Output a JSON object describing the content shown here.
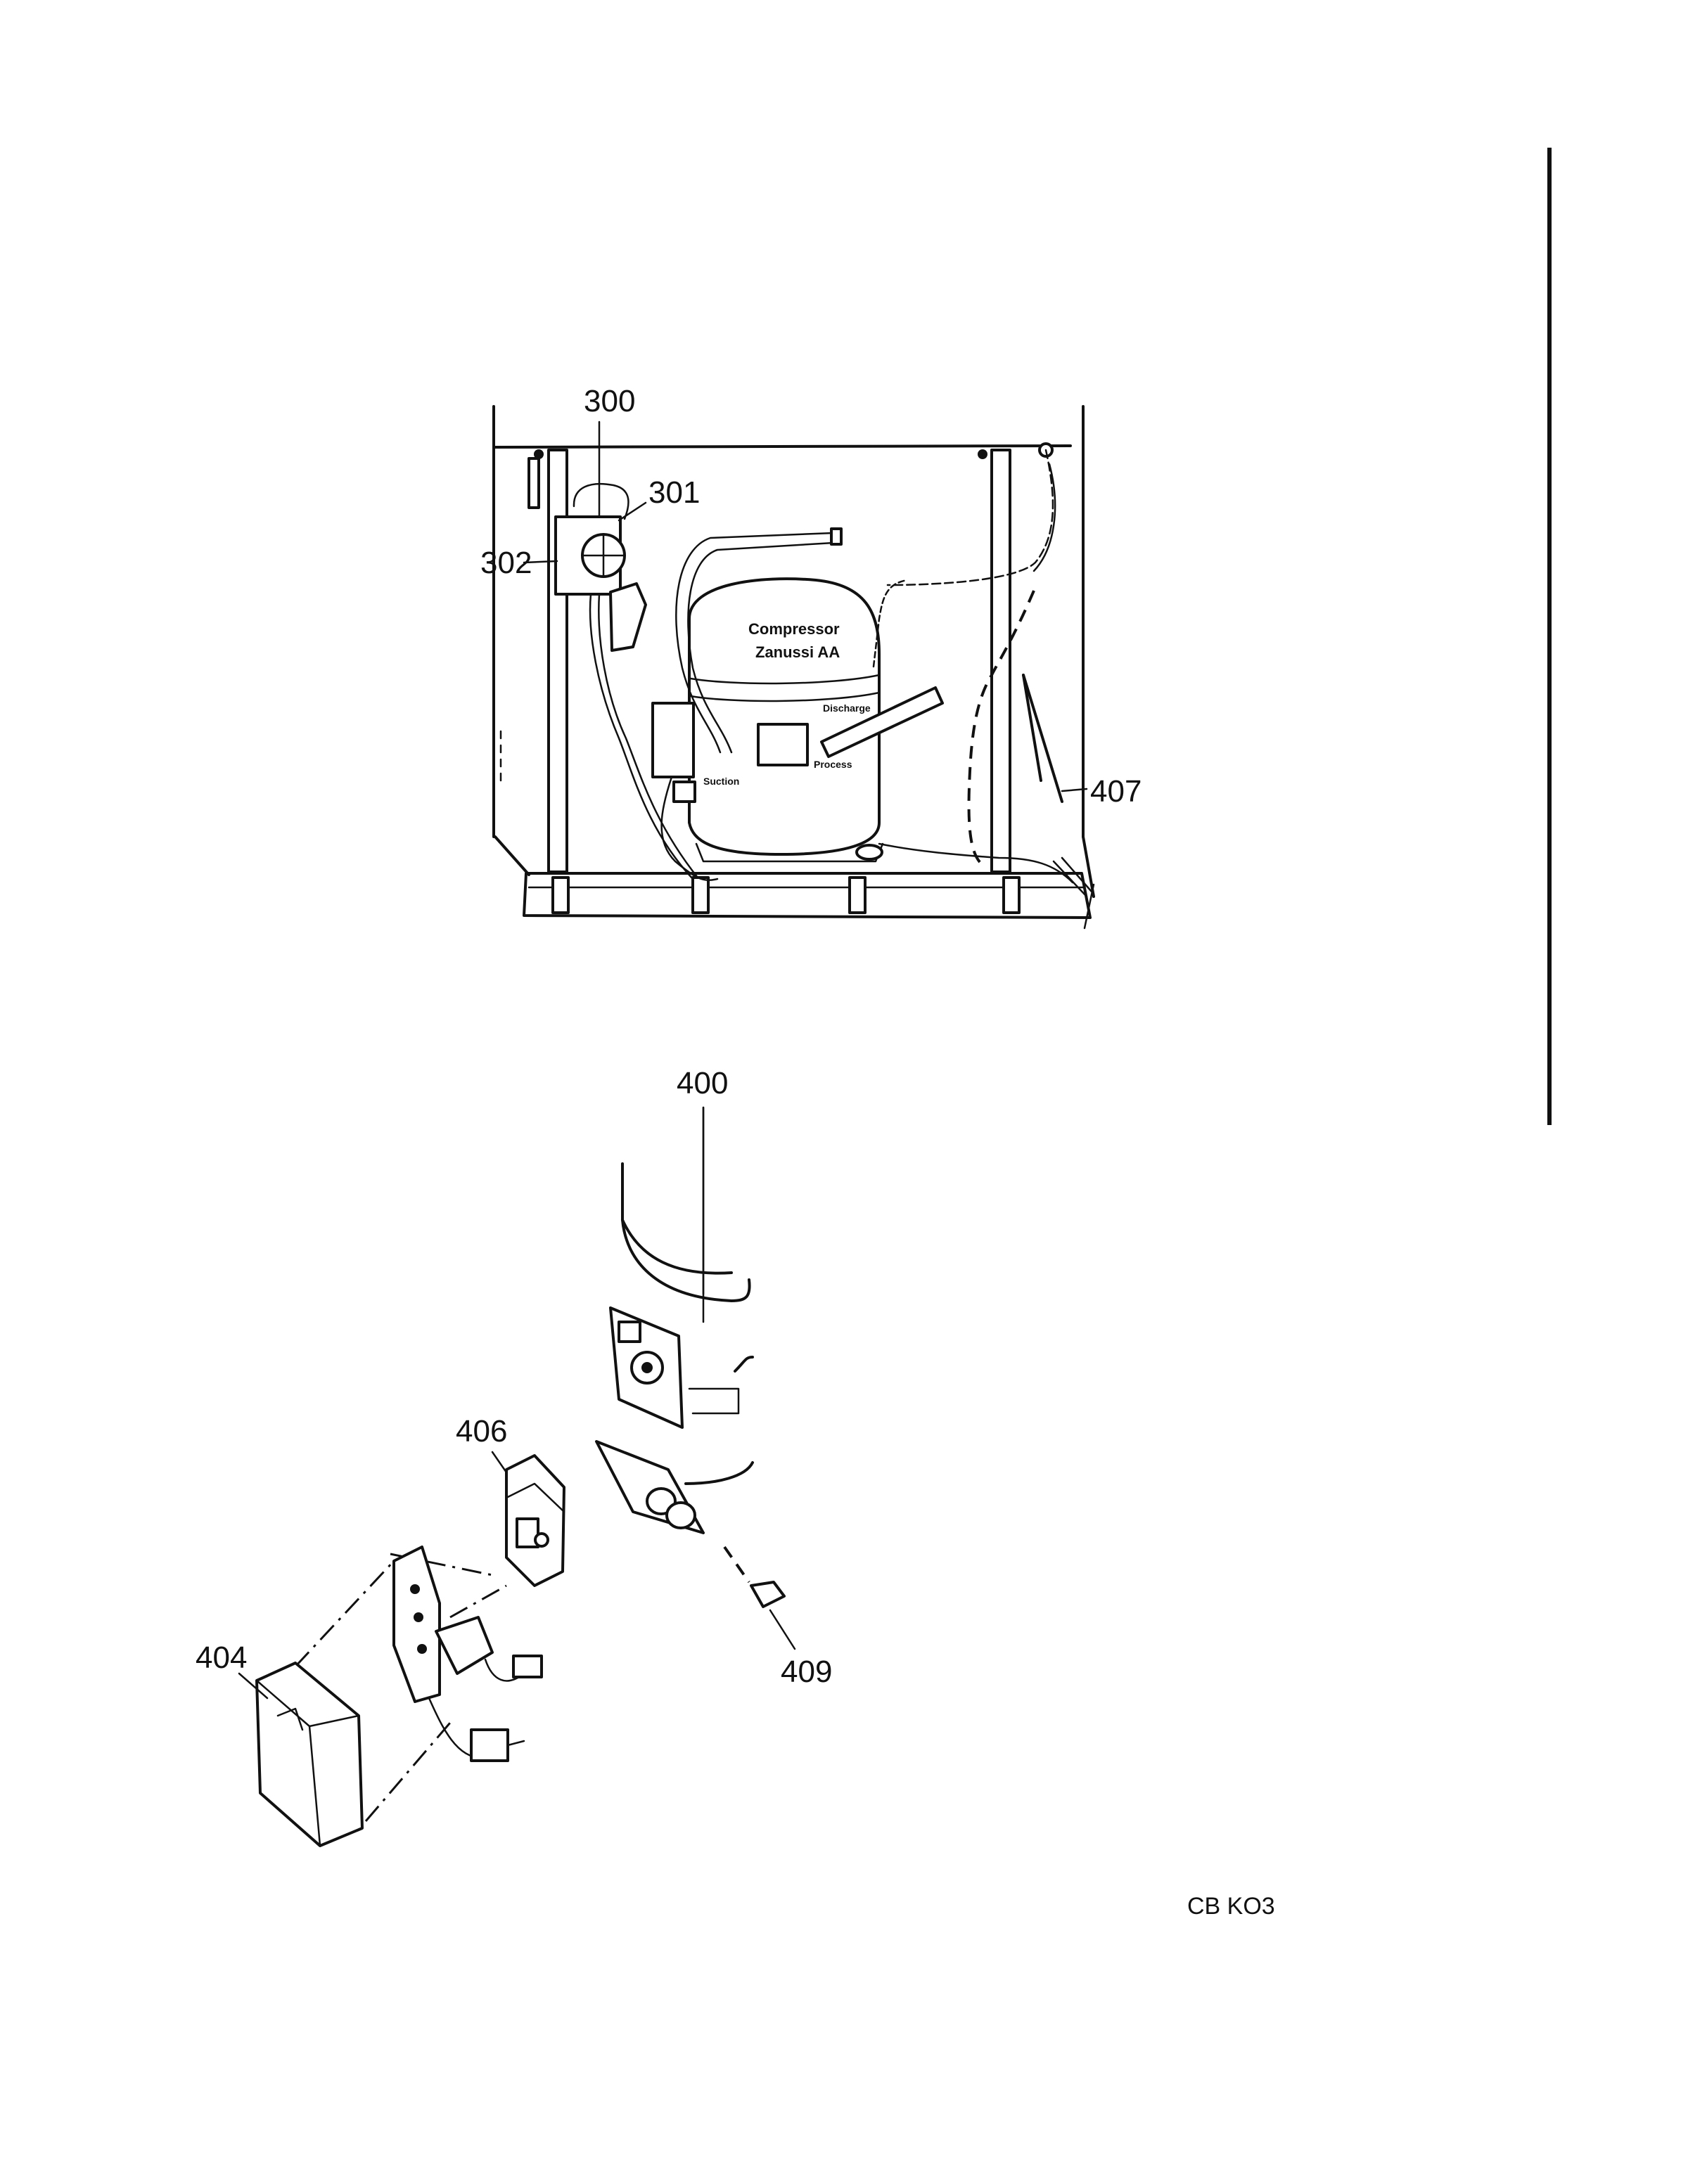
{
  "diagram": {
    "top_view": {
      "labels": {
        "p300": "300",
        "p301": "301",
        "p302": "302",
        "p407": "407"
      },
      "compressor_title_line1": "Compressor",
      "compressor_title_line2": "Zanussi AA",
      "port_discharge": "Discharge",
      "port_process": "Process",
      "port_suction": "Suction"
    },
    "exploded_view": {
      "labels": {
        "p400": "400",
        "p404": "404",
        "p406": "406",
        "p409": "409"
      }
    },
    "footer_code": "CB KO3"
  }
}
